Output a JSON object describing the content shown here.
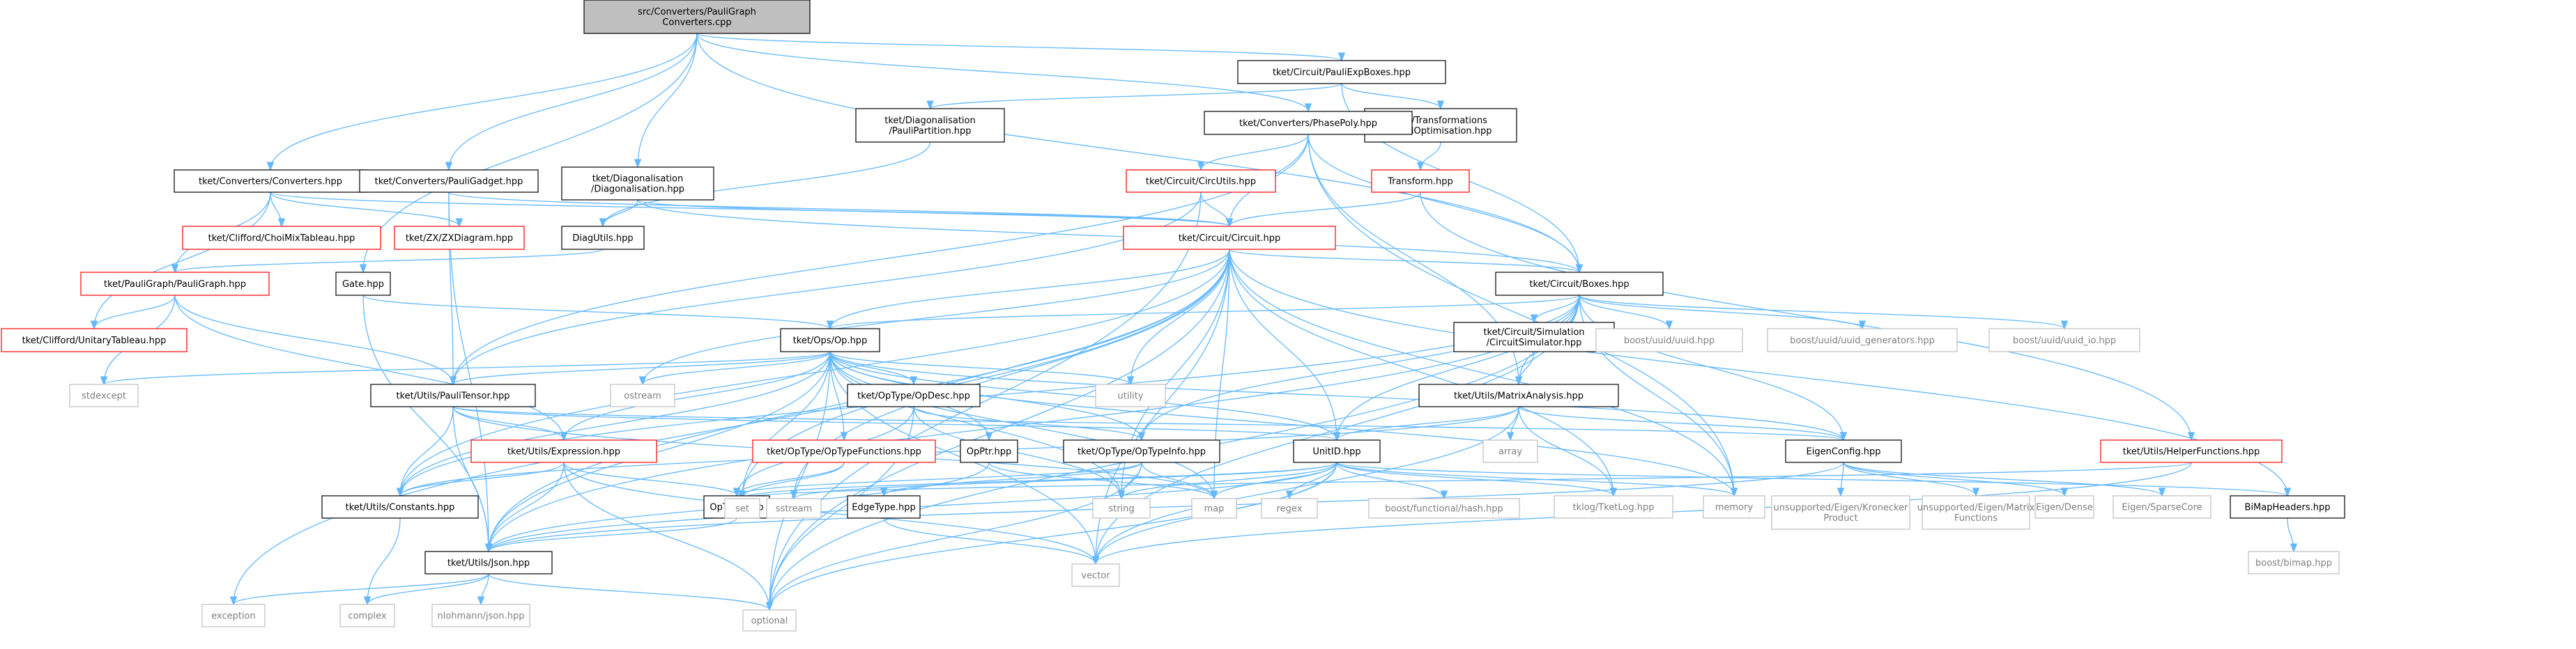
{
  "graph_title": "src/Converters/PauliGraphConverters.cpp",
  "nodes": [
    {
      "id": "root",
      "lines": [
        "src/Converters/PauliGraph",
        "Converters.cpp"
      ],
      "style": "root"
    },
    {
      "id": "paulibox",
      "lines": [
        "tket/Circuit/PauliExpBoxes.hpp"
      ],
      "style": "normal"
    },
    {
      "id": "partition",
      "lines": [
        "tket/Diagonalisation",
        "/PauliPartition.hpp"
      ],
      "style": "normal"
    },
    {
      "id": "pauliopt",
      "lines": [
        "tket/Transformations",
        "/PauliOptimisation.hpp"
      ],
      "style": "normal"
    },
    {
      "id": "phasepoly",
      "lines": [
        "tket/Converters/PhasePoly.hpp"
      ],
      "style": "normal"
    },
    {
      "id": "converters",
      "lines": [
        "tket/Converters/Converters.hpp"
      ],
      "style": "normal"
    },
    {
      "id": "pauligadget",
      "lines": [
        "tket/Converters/PauliGadget.hpp"
      ],
      "style": "normal"
    },
    {
      "id": "diagonal",
      "lines": [
        "tket/Diagonalisation",
        "/Diagonalisation.hpp"
      ],
      "style": "normal"
    },
    {
      "id": "circutils",
      "lines": [
        "tket/Circuit/CircUtils.hpp"
      ],
      "style": "red"
    },
    {
      "id": "transform",
      "lines": [
        "Transform.hpp"
      ],
      "style": "red"
    },
    {
      "id": "choimix",
      "lines": [
        "tket/Clifford/ChoiMixTableau.hpp"
      ],
      "style": "red"
    },
    {
      "id": "zxdiagram",
      "lines": [
        "tket/ZX/ZXDiagram.hpp"
      ],
      "style": "red"
    },
    {
      "id": "diagutils",
      "lines": [
        "DiagUtils.hpp"
      ],
      "style": "normal"
    },
    {
      "id": "circuit",
      "lines": [
        "tket/Circuit/Circuit.hpp"
      ],
      "style": "red"
    },
    {
      "id": "pauligraph",
      "lines": [
        "tket/PauliGraph/PauliGraph.hpp"
      ],
      "style": "red"
    },
    {
      "id": "gate",
      "lines": [
        "Gate.hpp"
      ],
      "style": "normal"
    },
    {
      "id": "boxes",
      "lines": [
        "tket/Circuit/Boxes.hpp"
      ],
      "style": "normal"
    },
    {
      "id": "unitary",
      "lines": [
        "tket/Clifford/UnitaryTableau.hpp"
      ],
      "style": "red"
    },
    {
      "id": "stdexcept",
      "lines": [
        "stdexcept"
      ],
      "style": "gray"
    },
    {
      "id": "op",
      "lines": [
        "tket/Ops/Op.hpp"
      ],
      "style": "normal"
    },
    {
      "id": "circsim",
      "lines": [
        "tket/Circuit/Simulation",
        "/CircuitSimulator.hpp"
      ],
      "style": "normal"
    },
    {
      "id": "uuid",
      "lines": [
        "boost/uuid/uuid.hpp"
      ],
      "style": "gray"
    },
    {
      "id": "uuidgen",
      "lines": [
        "boost/uuid/uuid_generators.hpp"
      ],
      "style": "gray"
    },
    {
      "id": "uuidio",
      "lines": [
        "boost/uuid/uuid_io.hpp"
      ],
      "style": "gray"
    },
    {
      "id": "utility",
      "lines": [
        "utility"
      ],
      "style": "gray"
    },
    {
      "id": "ostream",
      "lines": [
        "ostream"
      ],
      "style": "gray"
    },
    {
      "id": "paulitensor",
      "lines": [
        "tket/Utils/PauliTensor.hpp"
      ],
      "style": "normal"
    },
    {
      "id": "opdesc",
      "lines": [
        "tket/OpType/OpDesc.hpp"
      ],
      "style": "normal"
    },
    {
      "id": "matrixanalysis",
      "lines": [
        "tket/Utils/MatrixAnalysis.hpp"
      ],
      "style": "normal"
    },
    {
      "id": "array",
      "lines": [
        "array"
      ],
      "style": "gray"
    },
    {
      "id": "expression",
      "lines": [
        "tket/Utils/Expression.hpp"
      ],
      "style": "red"
    },
    {
      "id": "optypefunc",
      "lines": [
        "tket/OpType/OpTypeFunctions.hpp"
      ],
      "style": "red"
    },
    {
      "id": "opptr",
      "lines": [
        "OpPtr.hpp"
      ],
      "style": "normal"
    },
    {
      "id": "optypeinfo",
      "lines": [
        "tket/OpType/OpTypeInfo.hpp"
      ],
      "style": "normal"
    },
    {
      "id": "unitid",
      "lines": [
        "UnitID.hpp"
      ],
      "style": "normal"
    },
    {
      "id": "eigenconfig",
      "lines": [
        "EigenConfig.hpp"
      ],
      "style": "normal"
    },
    {
      "id": "helperfunc",
      "lines": [
        "tket/Utils/HelperFunctions.hpp"
      ],
      "style": "red"
    },
    {
      "id": "constants",
      "lines": [
        "tket/Utils/Constants.hpp"
      ],
      "style": "normal"
    },
    {
      "id": "optype",
      "lines": [
        "OpType.hpp"
      ],
      "style": "normal"
    },
    {
      "id": "set",
      "lines": [
        "set"
      ],
      "style": "gray"
    },
    {
      "id": "sstream",
      "lines": [
        "sstream"
      ],
      "style": "gray"
    },
    {
      "id": "edgetype",
      "lines": [
        "EdgeType.hpp"
      ],
      "style": "normal"
    },
    {
      "id": "string",
      "lines": [
        "string"
      ],
      "style": "gray"
    },
    {
      "id": "map",
      "lines": [
        "map"
      ],
      "style": "gray"
    },
    {
      "id": "regex",
      "lines": [
        "regex"
      ],
      "style": "gray"
    },
    {
      "id": "hash",
      "lines": [
        "boost/functional/hash.hpp"
      ],
      "style": "gray"
    },
    {
      "id": "tketlog",
      "lines": [
        "tklog/TketLog.hpp"
      ],
      "style": "gray"
    },
    {
      "id": "memory",
      "lines": [
        "memory"
      ],
      "style": "gray"
    },
    {
      "id": "kronecker",
      "lines": [
        "unsupported/Eigen/Kronecker",
        "Product"
      ],
      "style": "gray"
    },
    {
      "id": "matrixfunc",
      "lines": [
        "unsupported/Eigen/Matrix",
        "Functions"
      ],
      "style": "gray"
    },
    {
      "id": "dense",
      "lines": [
        "Eigen/Dense"
      ],
      "style": "gray"
    },
    {
      "id": "sparse",
      "lines": [
        "Eigen/SparseCore"
      ],
      "style": "gray"
    },
    {
      "id": "bimapheaders",
      "lines": [
        "BiMapHeaders.hpp"
      ],
      "style": "normal"
    },
    {
      "id": "json",
      "lines": [
        "tket/Utils/Json.hpp"
      ],
      "style": "normal"
    },
    {
      "id": "vector",
      "lines": [
        "vector"
      ],
      "style": "gray"
    },
    {
      "id": "bimap",
      "lines": [
        "boost/bimap.hpp"
      ],
      "style": "gray"
    },
    {
      "id": "exception",
      "lines": [
        "exception"
      ],
      "style": "gray"
    },
    {
      "id": "complex",
      "lines": [
        "complex"
      ],
      "style": "gray"
    },
    {
      "id": "nlohmann",
      "lines": [
        "nlohmann/json.hpp"
      ],
      "style": "gray"
    },
    {
      "id": "optional",
      "lines": [
        "optional"
      ],
      "style": "gray"
    }
  ],
  "edges": [
    [
      "root",
      "paulibox"
    ],
    [
      "root",
      "phasepoly"
    ],
    [
      "root",
      "converters"
    ],
    [
      "root",
      "pauligadget"
    ],
    [
      "root",
      "diagonal"
    ],
    [
      "root",
      "gate"
    ],
    [
      "root",
      "boxes"
    ],
    [
      "paulibox",
      "partition"
    ],
    [
      "paulibox",
      "pauliopt"
    ],
    [
      "paulibox",
      "boxes"
    ],
    [
      "pauliopt",
      "transform"
    ],
    [
      "partition",
      "diagutils"
    ],
    [
      "phasepoly",
      "circutils"
    ],
    [
      "phasepoly",
      "circuit"
    ],
    [
      "phasepoly",
      "boxes"
    ],
    [
      "phasepoly",
      "matrixanalysis"
    ],
    [
      "phasepoly",
      "paulitensor"
    ],
    [
      "phasepoly",
      "memory"
    ],
    [
      "converters",
      "choimix"
    ],
    [
      "converters",
      "zxdiagram"
    ],
    [
      "converters",
      "pauligraph"
    ],
    [
      "converters",
      "unitary"
    ],
    [
      "converters",
      "circuit"
    ],
    [
      "pauligadget",
      "paulitensor"
    ],
    [
      "pauligadget",
      "circuit"
    ],
    [
      "pauligadget",
      "json"
    ],
    [
      "diagonal",
      "diagutils"
    ],
    [
      "diagonal",
      "circuit"
    ],
    [
      "diagonal",
      "boxes"
    ],
    [
      "circutils",
      "circuit"
    ],
    [
      "circutils",
      "paulitensor"
    ],
    [
      "circutils",
      "optional"
    ],
    [
      "transform",
      "circuit"
    ],
    [
      "transform",
      "helperfunc"
    ],
    [
      "diagutils",
      "pauligraph"
    ],
    [
      "circuit",
      "boxes"
    ],
    [
      "circuit",
      "op"
    ],
    [
      "circuit",
      "json"
    ],
    [
      "circuit",
      "unitid"
    ],
    [
      "circuit",
      "constants"
    ],
    [
      "circuit",
      "exception"
    ],
    [
      "circuit",
      "utility"
    ],
    [
      "circuit",
      "map"
    ],
    [
      "circuit",
      "set"
    ],
    [
      "circuit",
      "string"
    ],
    [
      "circuit",
      "vector"
    ],
    [
      "circuit",
      "optional"
    ],
    [
      "circuit",
      "tketlog"
    ],
    [
      "circuit",
      "memory"
    ],
    [
      "circuit",
      "sstream"
    ],
    [
      "circuit",
      "bimapheaders"
    ],
    [
      "circuit",
      "ostream"
    ],
    [
      "pauligraph",
      "unitary"
    ],
    [
      "pauligraph",
      "stdexcept"
    ],
    [
      "pauligraph",
      "paulitensor"
    ],
    [
      "pauligraph",
      "expression"
    ],
    [
      "gate",
      "op"
    ],
    [
      "gate",
      "json"
    ],
    [
      "boxes",
      "op"
    ],
    [
      "boxes",
      "circsim"
    ],
    [
      "boxes",
      "uuid"
    ],
    [
      "boxes",
      "uuidgen"
    ],
    [
      "boxes",
      "uuidio"
    ],
    [
      "boxes",
      "matrixanalysis"
    ],
    [
      "boxes",
      "unitid"
    ],
    [
      "boxes",
      "optypeinfo"
    ],
    [
      "boxes",
      "eigenconfig"
    ],
    [
      "boxes",
      "json"
    ],
    [
      "boxes",
      "constants"
    ],
    [
      "boxes",
      "memory"
    ],
    [
      "boxes",
      "vector"
    ],
    [
      "boxes",
      "optional"
    ],
    [
      "circsim",
      "matrixanalysis"
    ],
    [
      "op",
      "stdexcept"
    ],
    [
      "op",
      "paulitensor"
    ],
    [
      "op",
      "opdesc"
    ],
    [
      "op",
      "expression"
    ],
    [
      "op",
      "optypefunc"
    ],
    [
      "op",
      "opptr"
    ],
    [
      "op",
      "optypeinfo"
    ],
    [
      "op",
      "unitid"
    ],
    [
      "op",
      "eigenconfig"
    ],
    [
      "op",
      "constants"
    ],
    [
      "op",
      "json"
    ],
    [
      "op",
      "utility"
    ],
    [
      "op",
      "ostream"
    ],
    [
      "op",
      "memory"
    ],
    [
      "op",
      "map"
    ],
    [
      "op",
      "set"
    ],
    [
      "op",
      "string"
    ],
    [
      "op",
      "optional"
    ],
    [
      "op",
      "vector"
    ],
    [
      "paulitensor",
      "constants"
    ],
    [
      "paulitensor",
      "expression"
    ],
    [
      "paulitensor",
      "eigenconfig"
    ],
    [
      "paulitensor",
      "unitid"
    ],
    [
      "paulitensor",
      "json"
    ],
    [
      "paulitensor",
      "map"
    ],
    [
      "opdesc",
      "optypeinfo"
    ],
    [
      "opdesc",
      "optype"
    ],
    [
      "opdesc",
      "string"
    ],
    [
      "opdesc",
      "optional"
    ],
    [
      "matrixanalysis",
      "eigenconfig"
    ],
    [
      "matrixanalysis",
      "array"
    ],
    [
      "matrixanalysis",
      "unitid"
    ],
    [
      "matrixanalysis",
      "tketlog"
    ],
    [
      "matrixanalysis",
      "vector"
    ],
    [
      "matrixanalysis",
      "constants"
    ],
    [
      "expression",
      "constants"
    ],
    [
      "expression",
      "json"
    ],
    [
      "expression",
      "set"
    ],
    [
      "expression",
      "vector"
    ],
    [
      "expression",
      "optional"
    ],
    [
      "optypefunc",
      "optype"
    ],
    [
      "optypefunc",
      "set"
    ],
    [
      "opptr",
      "json"
    ],
    [
      "opptr",
      "map"
    ],
    [
      "optypeinfo",
      "edgetype"
    ],
    [
      "optypeinfo",
      "optype"
    ],
    [
      "optypeinfo",
      "map"
    ],
    [
      "optypeinfo",
      "string"
    ],
    [
      "optypeinfo",
      "optional"
    ],
    [
      "unitid",
      "json"
    ],
    [
      "unitid",
      "map"
    ],
    [
      "unitid",
      "set"
    ],
    [
      "unitid",
      "string"
    ],
    [
      "unitid",
      "sstream"
    ],
    [
      "unitid",
      "regex"
    ],
    [
      "unitid",
      "hash"
    ],
    [
      "unitid",
      "tketlog"
    ],
    [
      "unitid",
      "memory"
    ],
    [
      "unitid",
      "vector"
    ],
    [
      "unitid",
      "optional"
    ],
    [
      "unitid",
      "bimapheaders"
    ],
    [
      "eigenconfig",
      "kronecker"
    ],
    [
      "eigenconfig",
      "matrixfunc"
    ],
    [
      "eigenconfig",
      "dense"
    ],
    [
      "eigenconfig",
      "sparse"
    ],
    [
      "eigenconfig",
      "json"
    ],
    [
      "helperfunc",
      "vector"
    ],
    [
      "helperfunc",
      "set"
    ],
    [
      "constants",
      "complex"
    ],
    [
      "optype",
      "json"
    ],
    [
      "edgetype",
      "vector"
    ],
    [
      "bimapheaders",
      "bimap"
    ],
    [
      "json",
      "exception"
    ],
    [
      "json",
      "complex"
    ],
    [
      "json",
      "nlohmann"
    ],
    [
      "json",
      "optional"
    ]
  ]
}
